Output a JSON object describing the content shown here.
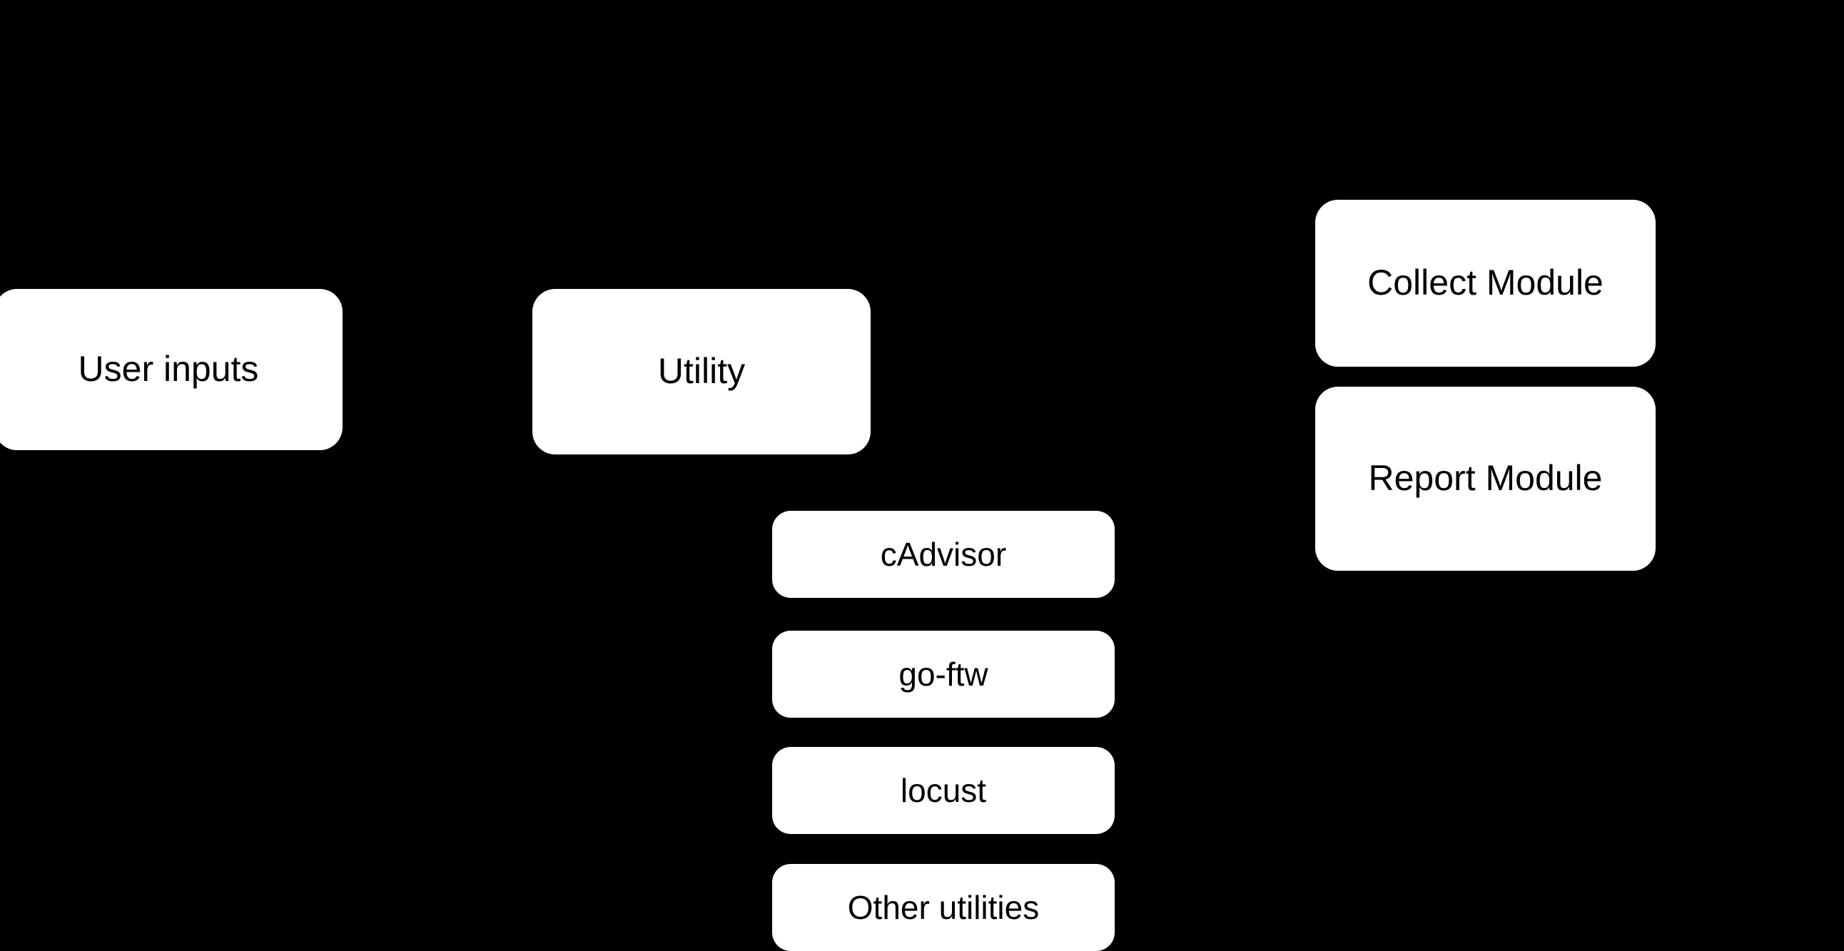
{
  "diagram": {
    "background_color": "#000000",
    "node_fill_color": "#ffffff",
    "node_text_color": "#000000",
    "nodes": [
      {
        "id": "user-inputs",
        "label": "User inputs",
        "group": "primary"
      },
      {
        "id": "utility",
        "label": "Utility",
        "group": "primary"
      },
      {
        "id": "collect-module",
        "label": "Collect Module",
        "group": "primary"
      },
      {
        "id": "report-module",
        "label": "Report Module",
        "group": "primary"
      },
      {
        "id": "cadvisor",
        "label": "cAdvisor",
        "group": "utility-list"
      },
      {
        "id": "go-ftw",
        "label": "go-ftw",
        "group": "utility-list"
      },
      {
        "id": "locust",
        "label": "locust",
        "group": "utility-list"
      },
      {
        "id": "other-utilities",
        "label": "Other utilities",
        "group": "utility-list"
      }
    ]
  }
}
